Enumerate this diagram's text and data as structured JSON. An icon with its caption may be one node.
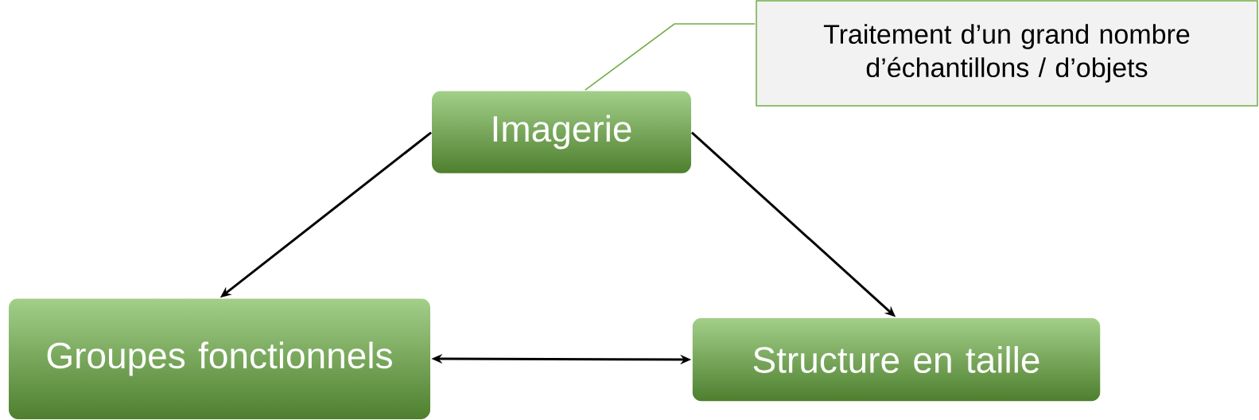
{
  "diagram": {
    "nodes": [
      {
        "text": [
          "Imagerie"
        ]
      },
      {
        "text": [
          "Traitement d’un grand nombre d’échantillons / d’objets"
        ]
      },
      {
        "text": [
          "Groupes fonctionnels"
        ]
      },
      {
        "text": [
          "Structure en taille"
        ]
      }
    ],
    "edges": [
      {
        "from": 0,
        "to": 2,
        "arrow": "to"
      },
      {
        "from": 0,
        "to": 3,
        "arrow": "to"
      },
      {
        "from": 2,
        "to": 3,
        "arrow": "both"
      },
      {
        "from": 1,
        "to": 0,
        "arrow": "none",
        "color": "#70ad47"
      }
    ]
  }
}
